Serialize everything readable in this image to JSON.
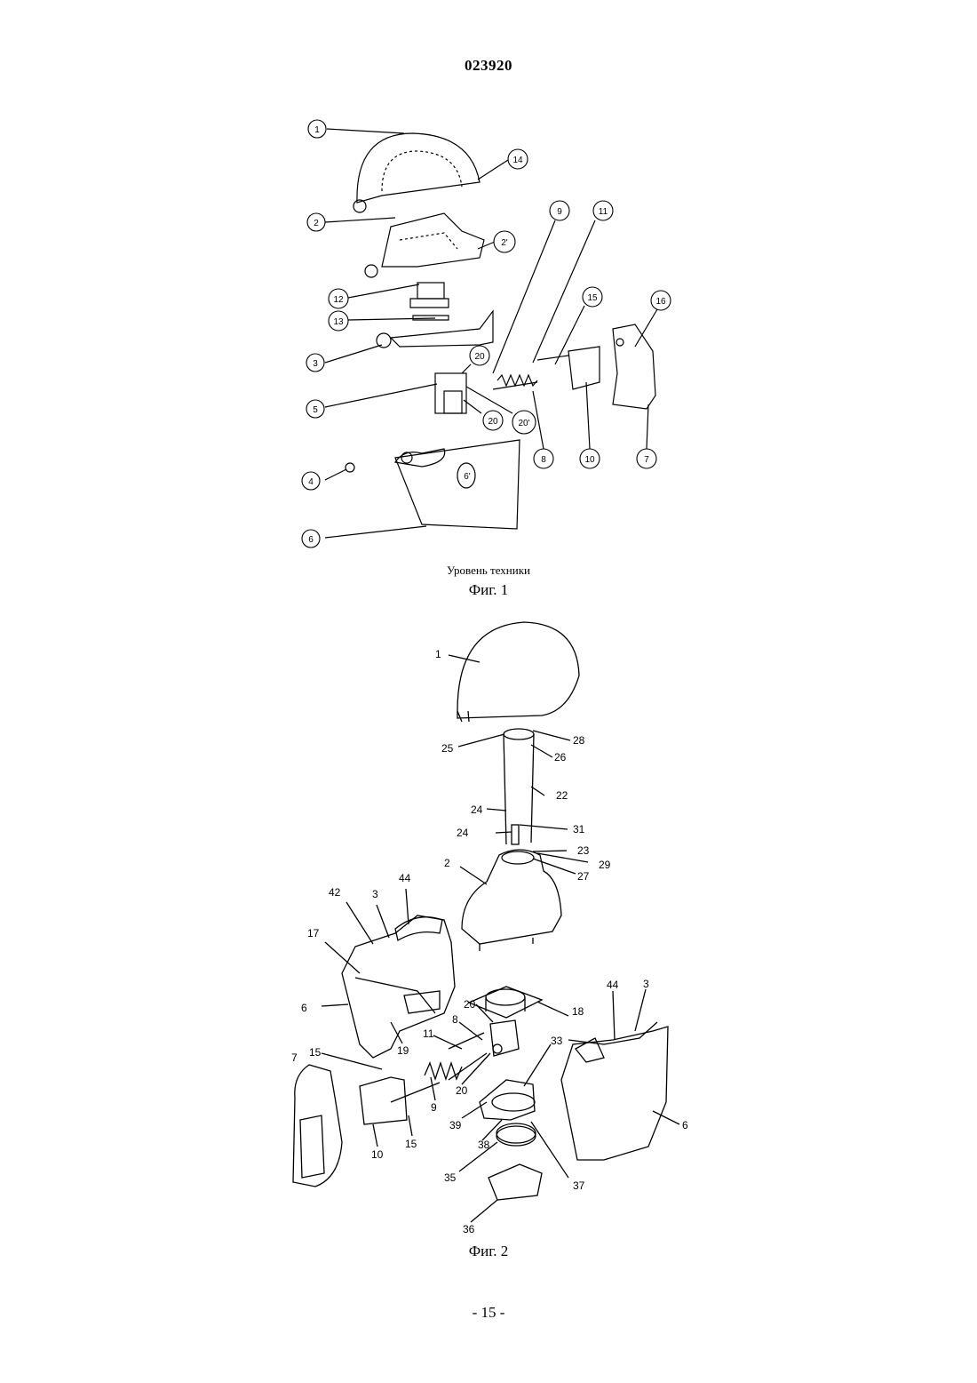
{
  "header": {
    "doc_number": "023920"
  },
  "figure1": {
    "caption_note": "Уровень техники",
    "caption": "Фиг. 1",
    "labels": [
      "1",
      "14",
      "2",
      "2'",
      "12",
      "13",
      "3",
      "5",
      "20",
      "20",
      "20'",
      "9",
      "11",
      "15",
      "16",
      "8",
      "10",
      "7",
      "4",
      "6",
      "6'"
    ]
  },
  "figure2": {
    "caption": "Фиг. 2",
    "labels": [
      "1",
      "25",
      "28",
      "26",
      "22",
      "24",
      "24",
      "31",
      "23",
      "29",
      "27",
      "2",
      "42",
      "3",
      "44",
      "17",
      "6",
      "18",
      "20",
      "8",
      "11",
      "19",
      "15",
      "7",
      "9",
      "20",
      "33",
      "39",
      "38",
      "10",
      "15",
      "35",
      "37",
      "36",
      "44",
      "3",
      "6"
    ]
  },
  "footer": {
    "page_number": "- 15 -"
  }
}
